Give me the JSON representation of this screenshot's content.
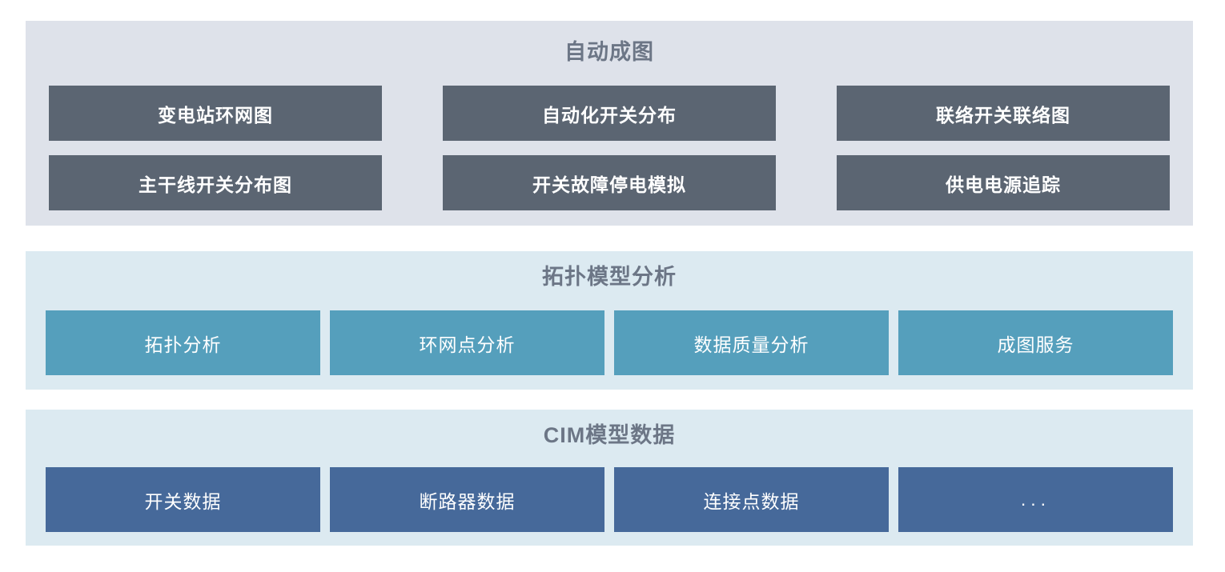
{
  "panels": [
    {
      "id": "auto-mapping",
      "title": "自动成图",
      "bg_color": "#DEE2EA",
      "button_color": "#5B6572",
      "text_color": "#FFFFFF",
      "rows": [
        {
          "buttons": [
            {
              "label": "变电站环网图",
              "name": "substation-ring-network-diagram"
            },
            {
              "label": "自动化开关分布",
              "name": "automated-switch-distribution"
            },
            {
              "label": "联络开关联络图",
              "name": "tie-switch-connection-diagram"
            }
          ]
        },
        {
          "buttons": [
            {
              "label": "主干线开关分布图",
              "name": "trunk-line-switch-distribution-diagram"
            },
            {
              "label": "开关故障停电模拟",
              "name": "switch-fault-outage-simulation"
            },
            {
              "label": "供电电源追踪",
              "name": "power-supply-source-tracing"
            }
          ]
        }
      ]
    },
    {
      "id": "topology-model-analysis",
      "title": "拓扑模型分析",
      "bg_color": "#DCEAF1",
      "button_color": "#559FBC",
      "text_color": "#FFFFFF",
      "buttons": [
        {
          "label": "拓扑分析",
          "name": "topology-analysis"
        },
        {
          "label": "环网点分析",
          "name": "ring-network-point-analysis"
        },
        {
          "label": "数据质量分析",
          "name": "data-quality-analysis"
        },
        {
          "label": "成图服务",
          "name": "mapping-service"
        }
      ]
    },
    {
      "id": "cim-model-data",
      "title": "CIM模型数据",
      "bg_color": "#DCEAF1",
      "button_color": "#46699A",
      "text_color": "#FFFFFF",
      "buttons": [
        {
          "label": "开关数据",
          "name": "switch-data"
        },
        {
          "label": "断路器数据",
          "name": "circuit-breaker-data"
        },
        {
          "label": "连接点数据",
          "name": "connectivity-node-data"
        },
        {
          "label": "...",
          "name": "more-data"
        }
      ]
    }
  ]
}
